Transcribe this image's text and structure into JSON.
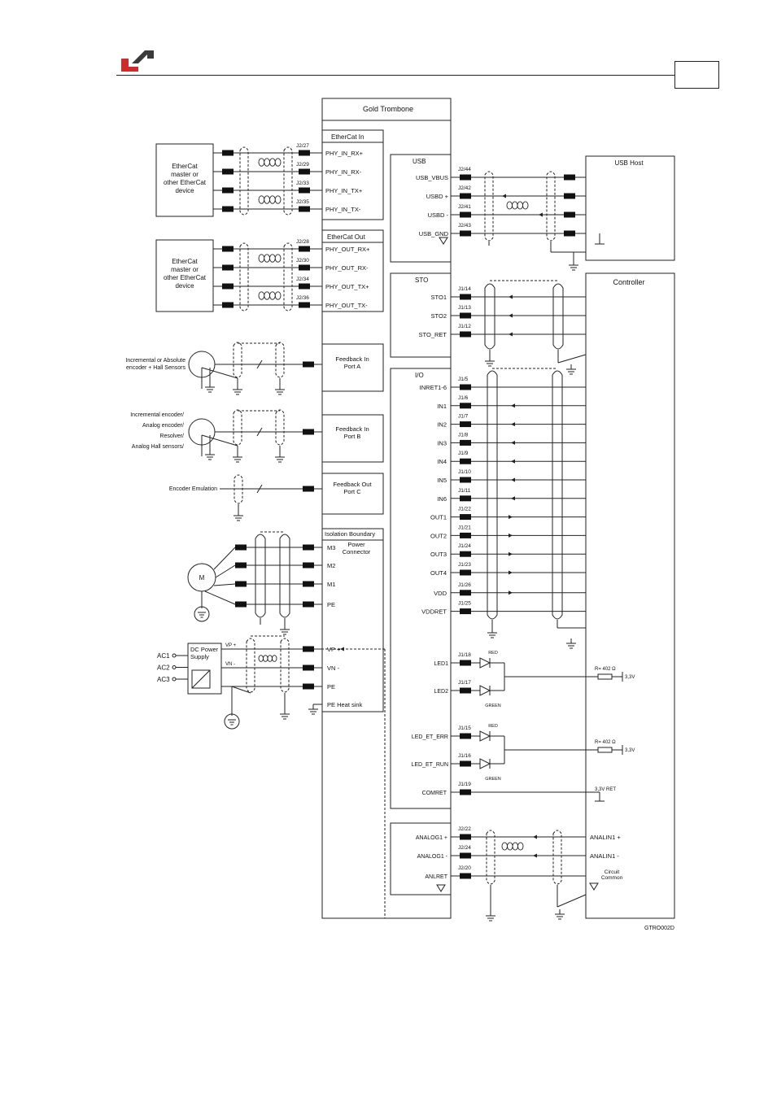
{
  "brand": {
    "logo_red": "#d12a2a",
    "logo_dark": "#3a3a3a"
  },
  "titles": {
    "gold": "Gold Trombone",
    "usb_host": "USB Host",
    "controller": "Controller",
    "usb": "USB",
    "sto": "STO",
    "io": "I/O",
    "ethercat_in": "EtherCat In",
    "ethercat_out": "EtherCat Out",
    "iso": "Isolation Boundary"
  },
  "blocks": {
    "ethercat1": [
      "EtherCat",
      "master or",
      "other EtherCat",
      "device"
    ],
    "ethercat2": [
      "EtherCat",
      "master or",
      "other EtherCat",
      "device"
    ],
    "fbA": [
      "Feedback In",
      "Port A"
    ],
    "fbB": [
      "Feedback In",
      "Port B"
    ],
    "fbC": [
      "Feedback Out",
      "Port C"
    ],
    "power": [
      "Power",
      "Connector"
    ],
    "dcps": [
      "DC Power",
      "Supply"
    ]
  },
  "ethercat_in": [
    {
      "pin": "J2/27",
      "sig": "PHY_IN_RX+"
    },
    {
      "pin": "J2/29",
      "sig": "PHY_IN_RX-"
    },
    {
      "pin": "J2/33",
      "sig": "PHY_IN_TX+"
    },
    {
      "pin": "J2/35",
      "sig": "PHY_IN_TX-"
    }
  ],
  "ethercat_out": [
    {
      "pin": "J2/28",
      "sig": "PHY_OUT_RX+"
    },
    {
      "pin": "J2/30",
      "sig": "PHY_OUT_RX-"
    },
    {
      "pin": "J2/34",
      "sig": "PHY_OUT_TX+"
    },
    {
      "pin": "J2/36",
      "sig": "PHY_OUT_TX-"
    }
  ],
  "usb": [
    {
      "pin": "J2/44",
      "sig": "USB_VBUS"
    },
    {
      "pin": "J2/42",
      "sig": "USBD +"
    },
    {
      "pin": "J2/41",
      "sig": "USBD -"
    },
    {
      "pin": "J2/43",
      "sig": "USB_GND"
    }
  ],
  "sto": [
    {
      "pin": "J1/14",
      "sig": "STO1"
    },
    {
      "pin": "J1/13",
      "sig": "STO2"
    },
    {
      "pin": "J1/12",
      "sig": "STO_RET"
    }
  ],
  "io": [
    {
      "pin": "J1/5",
      "sig": "INRET1-6"
    },
    {
      "pin": "J1/6",
      "sig": "IN1"
    },
    {
      "pin": "J1/7",
      "sig": "IN2"
    },
    {
      "pin": "J1/8",
      "sig": "IN3"
    },
    {
      "pin": "J1/9",
      "sig": "IN4"
    },
    {
      "pin": "J1/10",
      "sig": "IN5"
    },
    {
      "pin": "J1/11",
      "sig": "IN6"
    },
    {
      "pin": "J1/22",
      "sig": "OUT1"
    },
    {
      "pin": "J1/21",
      "sig": "OUT2"
    },
    {
      "pin": "J1/24",
      "sig": "OUT3"
    },
    {
      "pin": "J1/23",
      "sig": "OUT4"
    },
    {
      "pin": "J1/26",
      "sig": "VDD"
    },
    {
      "pin": "J1/25",
      "sig": "VDDRET"
    }
  ],
  "leds": [
    {
      "pin": "J1/18",
      "sig": "LED1",
      "color": "RED"
    },
    {
      "pin": "J1/17",
      "sig": "LED2",
      "color": "GREEN"
    },
    {
      "pin": "J1/15",
      "sig": "LED_ET_ERR",
      "color": "RED"
    },
    {
      "pin": "J1/16",
      "sig": "LED_ET_RUN",
      "color": "GREEN"
    }
  ],
  "resistor": "R= 402 Ω",
  "v33": "3,3V",
  "comret": {
    "pin": "J1/19",
    "sig": "COMRET",
    "ret": "3,3V RET"
  },
  "analog": [
    {
      "pin": "J2/22",
      "sig": "ANALOG1 +",
      "ctrl": "ANALIN1 +"
    },
    {
      "pin": "J2/24",
      "sig": "ANALOG1 -",
      "ctrl": "ANALIN1 -"
    },
    {
      "pin": "J2/20",
      "sig": "ANLRET",
      "ctrl": ""
    }
  ],
  "circuit_common": [
    "Circuit",
    "Common"
  ],
  "motor": {
    "label": "M",
    "pins": [
      "M3",
      "M2",
      "M1",
      "PE"
    ]
  },
  "power_pins": [
    "VP +",
    "VN -",
    "PE",
    "PE  Heat sink"
  ],
  "vp_small": "VP +",
  "vn_small": "VN -",
  "ac": [
    "AC1",
    "AC2",
    "AC3"
  ],
  "sensors": {
    "a": [
      "Incremental or Absolute",
      "encoder + Hall Sensors"
    ],
    "b": [
      "Incremental encoder/",
      "Analog encoder/",
      "Resolver/",
      "Analog Hall sensors/"
    ],
    "c": "Encoder Emulation"
  },
  "figure_id": "GTRO002D"
}
